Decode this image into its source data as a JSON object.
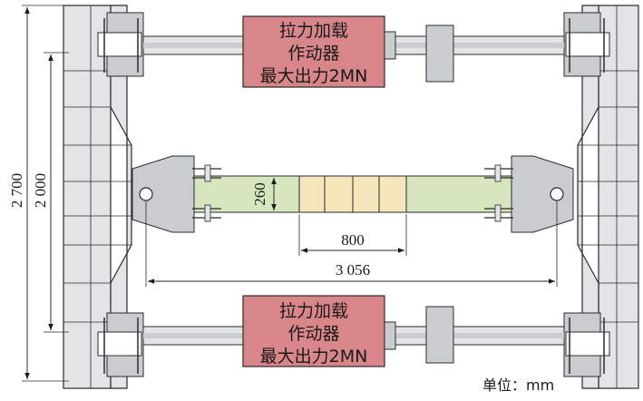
{
  "actuator_top": {
    "line1": "拉力加载",
    "line2": "作动器",
    "line3": "最大出力2MN"
  },
  "actuator_bottom": {
    "line1": "拉力加载",
    "line2": "作动器",
    "line3": "最大出力2MN"
  },
  "dimensions": {
    "overall_height": "2 700",
    "inner_height": "2 000",
    "specimen_width": "260",
    "gauge_length": "800",
    "pin_span": "3 056"
  },
  "unit_label": "单位：mm",
  "colors": {
    "frame_fill": "#e2e4e6",
    "frame_dark": "#c9cdd0",
    "line": "#2b2b2b",
    "actuator_fill": "#d9868a",
    "specimen_fill": "#d6e6bf",
    "gauge_fill": "#f5e6bc"
  }
}
